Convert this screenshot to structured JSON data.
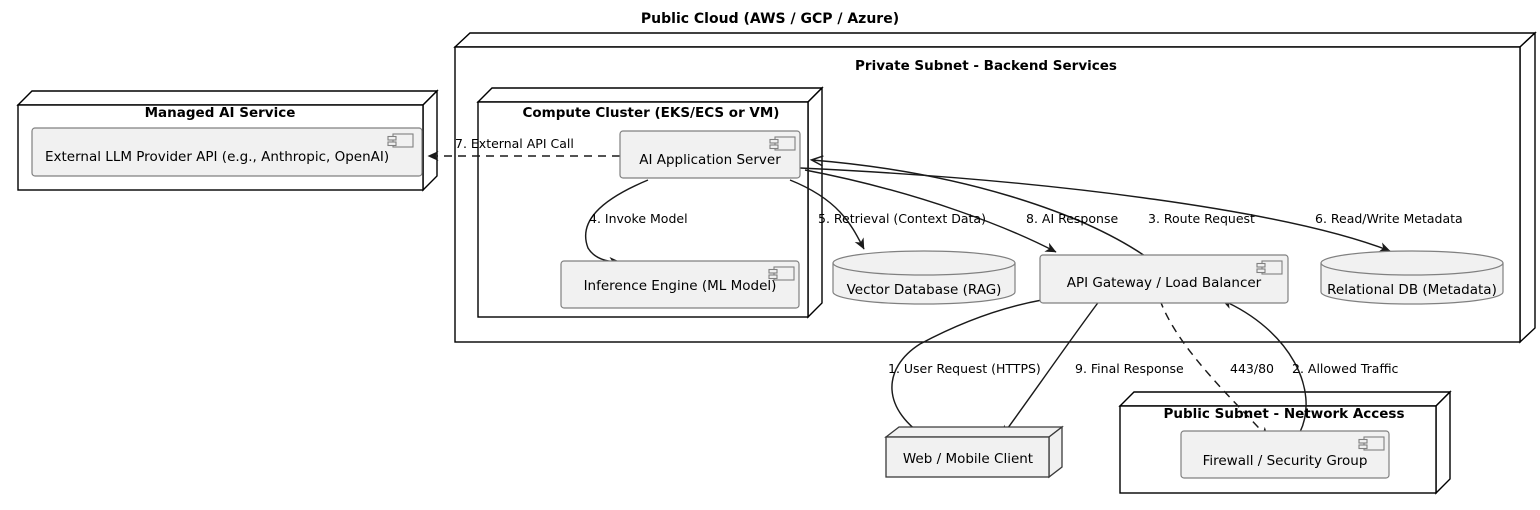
{
  "diagram": {
    "type": "uml-deployment-diagram",
    "title": "Public Cloud (AWS / GCP / Azure)",
    "background_color": "#ffffff",
    "line_color": "#1a1a1a",
    "component_fill": "#f1f1f1",
    "component_stroke": "#808080",
    "node_stroke": "#000000"
  },
  "containers": {
    "public_cloud": {
      "title": "Public Cloud (AWS / GCP / Azure)"
    },
    "managed_ai_service": {
      "title": "Managed AI Service"
    },
    "private_subnet": {
      "title": "Private Subnet - Backend Services"
    },
    "compute_cluster": {
      "title": "Compute Cluster (EKS/ECS or VM)"
    },
    "public_subnet": {
      "title": "Public Subnet - Network Access"
    }
  },
  "components": {
    "external_llm": {
      "label": "External LLM Provider API (e.g., Anthropic, OpenAI)",
      "icon": "component-icon"
    },
    "ai_app_server": {
      "label": "AI Application Server",
      "icon": "component-icon"
    },
    "inference_engine": {
      "label": "Inference Engine (ML Model)",
      "icon": "component-icon"
    },
    "api_gateway": {
      "label": "API Gateway / Load Balancer",
      "icon": "component-icon"
    },
    "firewall": {
      "label": "Firewall / Security Group",
      "icon": "component-icon"
    },
    "vector_db": {
      "label": "Vector Database (RAG)",
      "icon": "database-cylinder"
    },
    "relational_db": {
      "label": "Relational DB (Metadata)",
      "icon": "database-cylinder"
    },
    "web_client": {
      "label": "Web / Mobile Client",
      "icon": "node-3d-box"
    }
  },
  "edges": [
    {
      "id": "e1",
      "label": "1. User Request (HTTPS)",
      "from": "web_client",
      "to": "api_gateway",
      "style": "solid"
    },
    {
      "id": "e2",
      "label": "2. Allowed Traffic",
      "from": "firewall",
      "to": "api_gateway",
      "style": "solid"
    },
    {
      "id": "e3",
      "label": "3. Route Request",
      "from": "api_gateway",
      "to": "ai_app_server",
      "style": "solid"
    },
    {
      "id": "e4",
      "label": "4. Invoke Model",
      "from": "ai_app_server",
      "to": "inference_engine",
      "style": "solid"
    },
    {
      "id": "e5",
      "label": "5. Retrieval (Context Data)",
      "from": "ai_app_server",
      "to": "vector_db",
      "style": "solid"
    },
    {
      "id": "e6",
      "label": "6. Read/Write Metadata",
      "from": "ai_app_server",
      "to": "relational_db",
      "style": "solid"
    },
    {
      "id": "e7",
      "label": "7. External API Call",
      "from": "ai_app_server",
      "to": "external_llm",
      "style": "dashed"
    },
    {
      "id": "e8",
      "label": "8. AI Response",
      "from": "ai_app_server",
      "to": "api_gateway",
      "style": "solid"
    },
    {
      "id": "e9",
      "label": "9. Final Response",
      "from": "api_gateway",
      "to": "web_client",
      "style": "solid"
    },
    {
      "id": "e10",
      "label": "443/80",
      "from": "api_gateway",
      "to": "firewall",
      "style": "dashed"
    }
  ]
}
